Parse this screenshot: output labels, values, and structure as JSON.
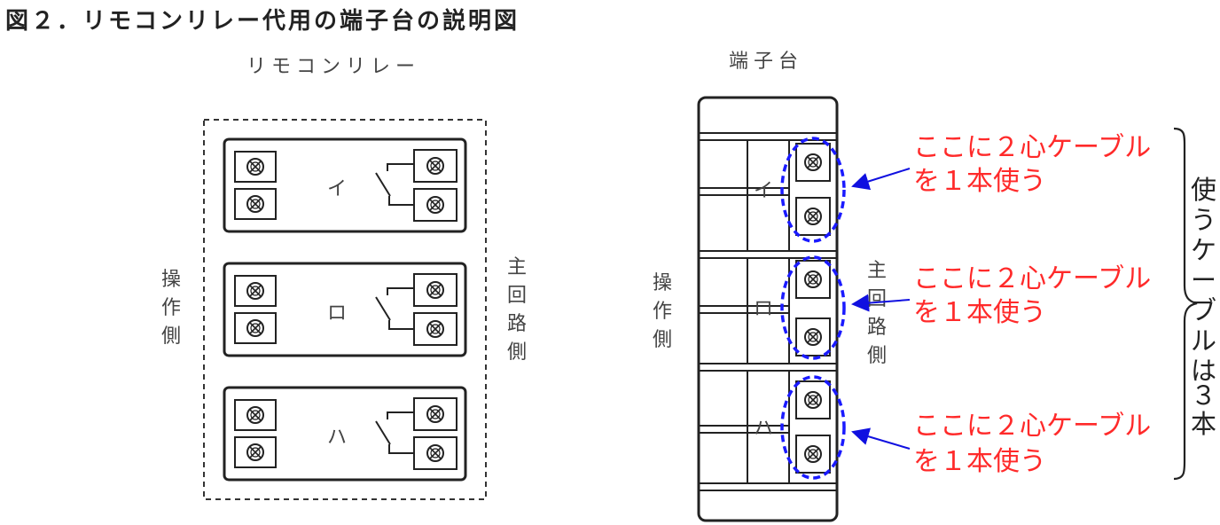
{
  "title": "図２．リモコンリレー代用の端子台の説明図",
  "left_panel": {
    "heading": "リモコンリレー",
    "operation_side": "操作側",
    "main_circuit_side": "主回路側",
    "relays": [
      "イ",
      "ロ",
      "ハ"
    ]
  },
  "right_panel": {
    "heading": "端子台",
    "operation_side": "操作側",
    "main_circuit_side": "主回路側",
    "rows": [
      "イ",
      "ロ",
      "ハ"
    ]
  },
  "notes": [
    {
      "line1": "ここに２心ケーブル",
      "line2": "を１本使う"
    },
    {
      "line1": "ここに２心ケーブル",
      "line2": "を１本使う"
    },
    {
      "line1": "ここに２心ケーブル",
      "line2": "を１本使う"
    }
  ],
  "side_note": "使うケーブルは３本",
  "colors": {
    "note": "#ff2a2a",
    "arrow": "#1010e0",
    "highlight": "#1a1aff",
    "line": "#222222"
  }
}
